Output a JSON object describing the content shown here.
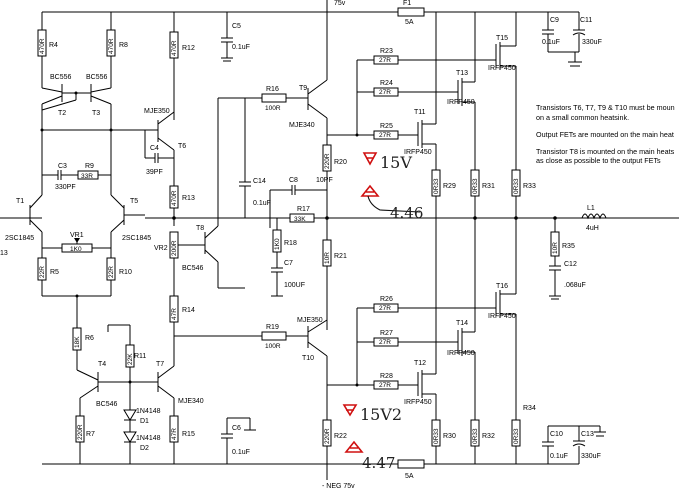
{
  "rails": {
    "pos_label": "75v",
    "neg_label": "- NEG 75v"
  },
  "fuses": [
    {
      "ref": "F1",
      "value": "5A"
    },
    {
      "ref": "",
      "value": "5A"
    }
  ],
  "resistors": [
    {
      "ref": "R4",
      "value": "470R"
    },
    {
      "ref": "R8",
      "value": "470R"
    },
    {
      "ref": "R12",
      "value": "470R"
    },
    {
      "ref": "R9",
      "value": "33R"
    },
    {
      "ref": "R13",
      "value": "470R"
    },
    {
      "ref": "R16",
      "value": "100R"
    },
    {
      "ref": "R20",
      "value": "220R"
    },
    {
      "ref": "R17",
      "value": "33K"
    },
    {
      "ref": "R18",
      "value": "1K0"
    },
    {
      "ref": "R21",
      "value": "10R"
    },
    {
      "ref": "R5",
      "value": "22R"
    },
    {
      "ref": "R10",
      "value": "22R"
    },
    {
      "ref": "R14",
      "value": "47R"
    },
    {
      "ref": "R6",
      "value": "18K"
    },
    {
      "ref": "R11",
      "value": "22K"
    },
    {
      "ref": "R19",
      "value": "100R"
    },
    {
      "ref": "R7",
      "value": "220R"
    },
    {
      "ref": "R15",
      "value": "47R"
    },
    {
      "ref": "R22",
      "value": "220R"
    },
    {
      "ref": "R23",
      "value": "27R"
    },
    {
      "ref": "R24",
      "value": "27R"
    },
    {
      "ref": "R25",
      "value": "27R"
    },
    {
      "ref": "R26",
      "value": "27R"
    },
    {
      "ref": "R27",
      "value": "27R"
    },
    {
      "ref": "R28",
      "value": "27R"
    },
    {
      "ref": "R29",
      "value": "0R33"
    },
    {
      "ref": "R31",
      "value": "0R33"
    },
    {
      "ref": "R33",
      "value": "0R33"
    },
    {
      "ref": "R30",
      "value": "0R33"
    },
    {
      "ref": "R32",
      "value": "0R33"
    },
    {
      "ref": "R34",
      "value": "0R33"
    },
    {
      "ref": "R35",
      "value": "10R"
    }
  ],
  "capacitors": [
    {
      "ref": "C5",
      "value": "0.1uF"
    },
    {
      "ref": "C3",
      "value": "330PF"
    },
    {
      "ref": "C4",
      "value": "39PF"
    },
    {
      "ref": "C14",
      "value": "0.1uF"
    },
    {
      "ref": "C8",
      "value": "10PF"
    },
    {
      "ref": "C7",
      "value": "100UF"
    },
    {
      "ref": "C6",
      "value": "0.1uF"
    },
    {
      "ref": "C9",
      "value": "0.1uF"
    },
    {
      "ref": "C11",
      "value": "330uF"
    },
    {
      "ref": "C12",
      "value": ".068uF"
    },
    {
      "ref": "C10",
      "value": "0.1uF"
    },
    {
      "ref": "C13",
      "value": "330uF"
    }
  ],
  "transistors": [
    {
      "ref": "T1",
      "part": "2SC1845"
    },
    {
      "ref": "T5",
      "part": "2SC1845"
    },
    {
      "ref": "T2",
      "part": "BC556"
    },
    {
      "ref": "T3",
      "part": "BC556"
    },
    {
      "ref": "T6",
      "part": "MJE350"
    },
    {
      "ref": "T8",
      "part": "BC546"
    },
    {
      "ref": "T9",
      "part": "MJE340"
    },
    {
      "ref": "T10",
      "part": "MJE350"
    },
    {
      "ref": "T4",
      "part": "BC546"
    },
    {
      "ref": "T7",
      "part": "MJE340"
    },
    {
      "ref": "T11",
      "part": "IRFP450"
    },
    {
      "ref": "T13",
      "part": "IRFP450"
    },
    {
      "ref": "T15",
      "part": "IRFP450"
    },
    {
      "ref": "T12",
      "part": "IRFP450"
    },
    {
      "ref": "T14",
      "part": "IRFP450"
    },
    {
      "ref": "T16",
      "part": "IRFP450"
    }
  ],
  "pots": [
    {
      "ref": "VR1",
      "value": "1K0"
    },
    {
      "ref": "VR2",
      "value": "200R"
    }
  ],
  "diodes": [
    {
      "ref": "D1",
      "part": "1N4148"
    },
    {
      "ref": "D2",
      "part": "1N4148"
    }
  ],
  "inductor": {
    "ref": "L1",
    "value": "4uH"
  },
  "edge_label": "13",
  "notes": [
    "Transistors T6, T7, T9 & T10 must be moun",
    "on a small common heatsink.",
    "Output FETs are mounted on the main heat",
    "Transistor T8 is mounted on the main heats",
    "as close as possible to the output FETs"
  ],
  "handwritten": {
    "top": "15V",
    "top_delta": "4.46",
    "bottom": "15V2",
    "bottom_delta": "4.47"
  }
}
